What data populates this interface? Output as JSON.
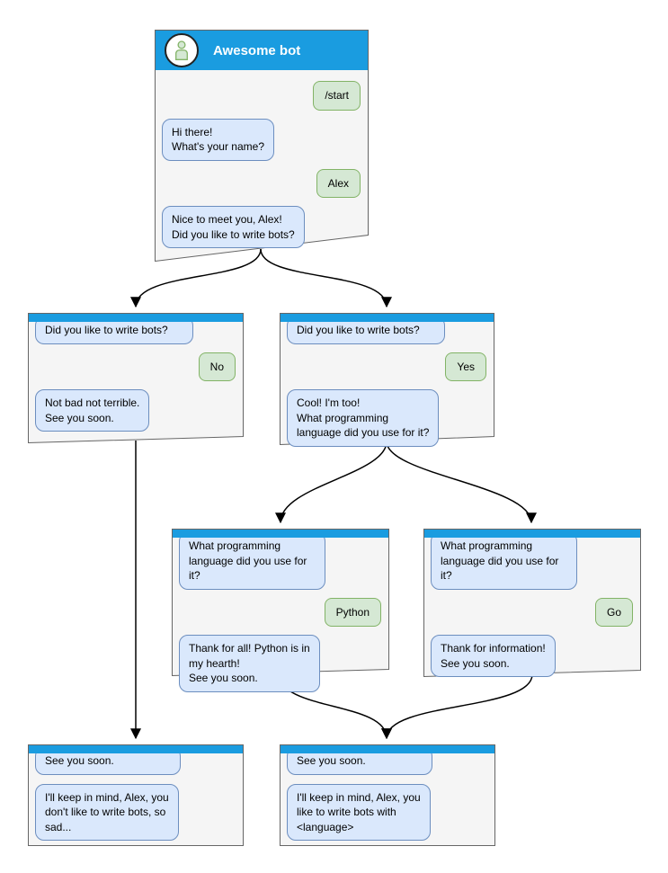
{
  "diagram": {
    "kind": "chatbot-conversation-flow",
    "colors": {
      "header_blue": "#1A9CE0",
      "bot_bubble_bg": "#DAE8FC",
      "bot_bubble_border": "#6C8EBF",
      "user_bubble_bg": "#D5E8D4",
      "user_bubble_border": "#82B366",
      "window_bg": "#F5F5F5",
      "window_border": "#666666",
      "connector": "#000000"
    }
  },
  "windows": {
    "main": {
      "title": "Awesome bot",
      "avatar_icon": "person-icon",
      "messages": [
        {
          "from": "user",
          "text": "/start"
        },
        {
          "from": "bot",
          "text": "Hi there!\nWhat's your name?"
        },
        {
          "from": "user",
          "text": "Alex"
        },
        {
          "from": "bot",
          "text": "Nice to meet you, Alex!\nDid you like to write bots?"
        }
      ]
    },
    "branch_no": {
      "messages": [
        {
          "from": "bot",
          "text": "Did you like to write bots?"
        },
        {
          "from": "user",
          "text": "No"
        },
        {
          "from": "bot",
          "text": "Not bad not terrible.\nSee you soon."
        }
      ]
    },
    "branch_yes": {
      "messages": [
        {
          "from": "bot",
          "text": "Did you like to write bots?"
        },
        {
          "from": "user",
          "text": "Yes"
        },
        {
          "from": "bot",
          "text": "Cool! I'm too!\nWhat programming\nlanguage did you use for it?"
        }
      ]
    },
    "lang_python": {
      "messages": [
        {
          "from": "bot",
          "text": "What programming\nlanguage did you use for it?"
        },
        {
          "from": "user",
          "text": "Python"
        },
        {
          "from": "bot",
          "text": "Thank for all! Python is in\nmy hearth!\nSee you soon."
        }
      ]
    },
    "lang_go": {
      "messages": [
        {
          "from": "bot",
          "text": "What programming\nlanguage did you use for it?"
        },
        {
          "from": "user",
          "text": "Go"
        },
        {
          "from": "bot",
          "text": "Thank for information!\nSee you soon."
        }
      ]
    },
    "end_no": {
      "messages": [
        {
          "from": "bot",
          "text": "See you soon."
        },
        {
          "from": "bot",
          "text": "I'll keep in mind, Alex, you\ndon't like to write bots, so\nsad..."
        }
      ]
    },
    "end_yes": {
      "messages": [
        {
          "from": "bot",
          "text": "See you soon."
        },
        {
          "from": "bot",
          "text": "I'll keep in mind, Alex, you\nlike to write bots with\n<language>"
        }
      ]
    }
  }
}
